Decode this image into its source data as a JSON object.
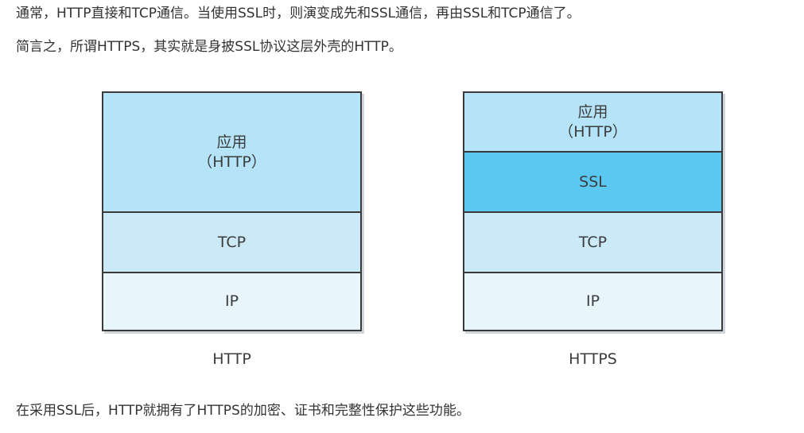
{
  "paragraphs": {
    "p1": "通常，HTTP直接和TCP通信。当使用SSL时，则演变成先和SSL通信，再由SSL和TCP通信了。",
    "p2": "简言之，所谓HTTPS，其实就是身披SSL协议这层外壳的HTTP。",
    "p3": "在采用SSL后，HTTP就拥有了HTTPS的加密、证书和完整性保护这些功能。"
  },
  "diagram": {
    "http_stack": {
      "caption": "HTTP",
      "layers": {
        "app_line1": "应用",
        "app_line2": "（HTTP）",
        "tcp": "TCP",
        "ip": "IP"
      }
    },
    "https_stack": {
      "caption": "HTTPS",
      "layers": {
        "app_line1": "应用",
        "app_line2": "（HTTP）",
        "ssl": "SSL",
        "tcp": "TCP",
        "ip": "IP"
      }
    },
    "colors": {
      "application": "#b5e3f7",
      "ssl": "#5bc8f2",
      "tcp": "#cbe9f6",
      "ip": "#e8f5fb",
      "border": "#3a3a3a"
    }
  }
}
